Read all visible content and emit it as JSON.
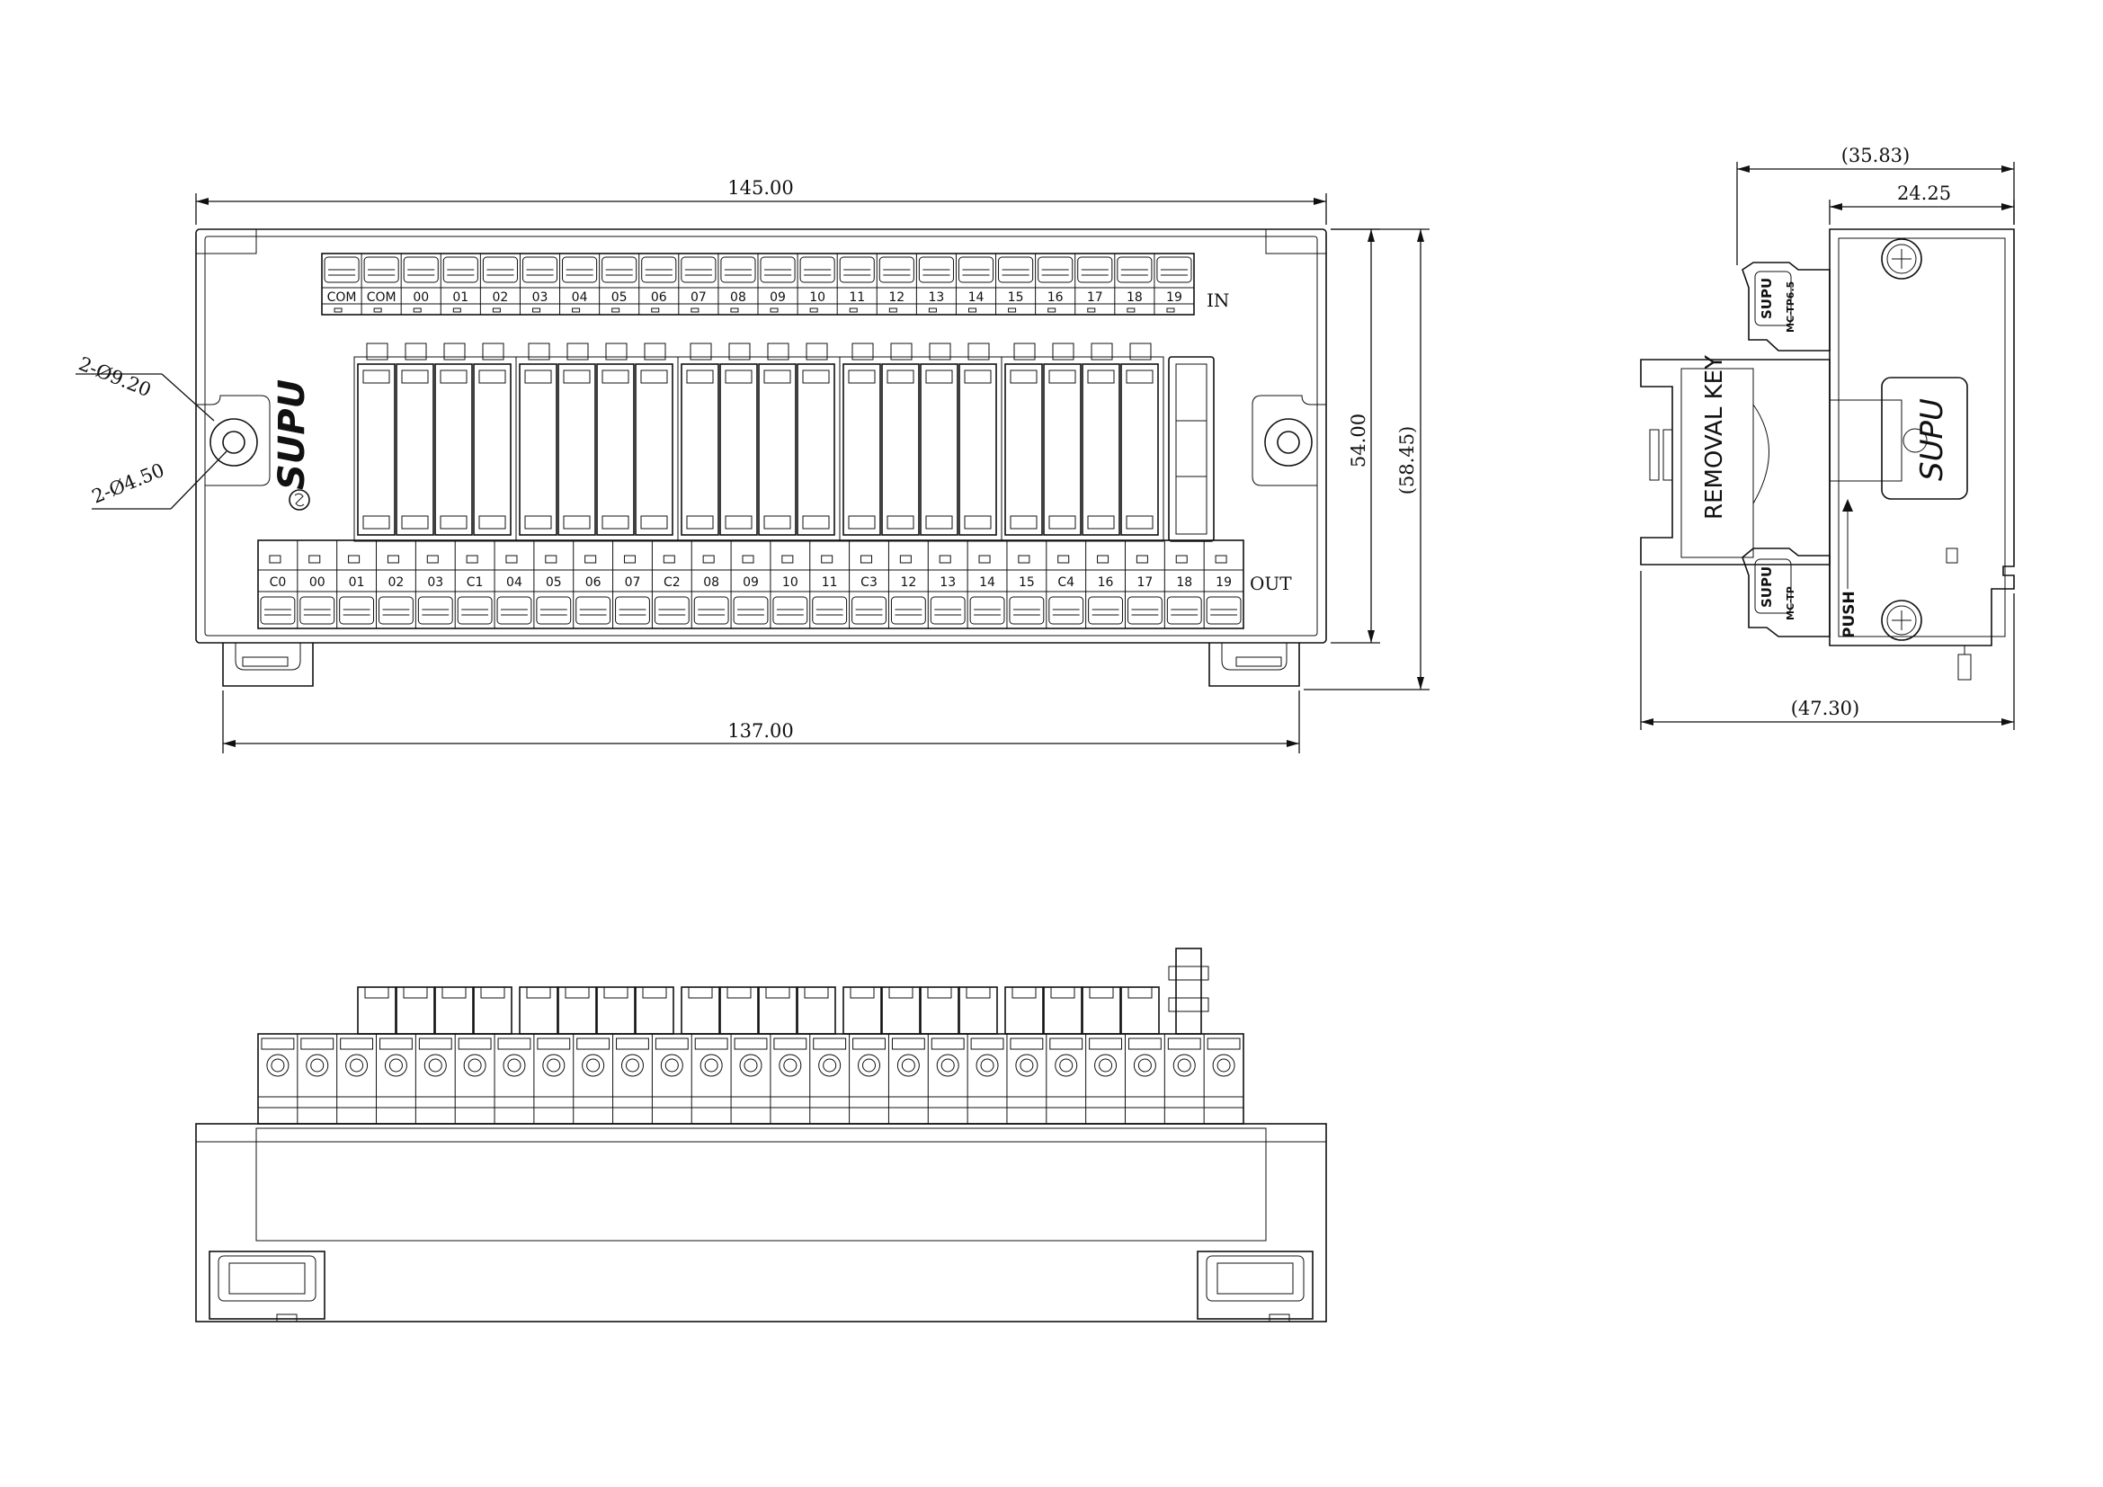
{
  "dimensions": {
    "front_width": "145.00",
    "mount_width": "137.00",
    "front_height": "54.00",
    "overall_height": "(58.45)",
    "hole_outer": "2-Ø9.20",
    "hole_inner": "2-Ø4.50",
    "side_overall_top": "(35.83)",
    "side_body_width": "24.25",
    "side_overall_bottom": "(47.30)"
  },
  "in_row": {
    "label": "IN",
    "terminals": [
      "COM",
      "COM",
      "00",
      "01",
      "02",
      "03",
      "04",
      "05",
      "06",
      "07",
      "08",
      "09",
      "10",
      "11",
      "12",
      "13",
      "14",
      "15",
      "16",
      "17",
      "18",
      "19"
    ]
  },
  "out_row": {
    "label": "OUT",
    "terminals": [
      "C0",
      "00",
      "01",
      "02",
      "03",
      "C1",
      "04",
      "05",
      "06",
      "07",
      "C2",
      "08",
      "09",
      "10",
      "11",
      "C3",
      "12",
      "13",
      "14",
      "15",
      "C4",
      "16",
      "17",
      "18",
      "19"
    ]
  },
  "logo": {
    "text": "SUPU"
  },
  "side_view": {
    "removal_key": "REMOVAL KEY",
    "push": "PUSH",
    "logo": "SUPU",
    "model_top": "MC-TP6.5",
    "model_bottom": "MC-TP"
  }
}
